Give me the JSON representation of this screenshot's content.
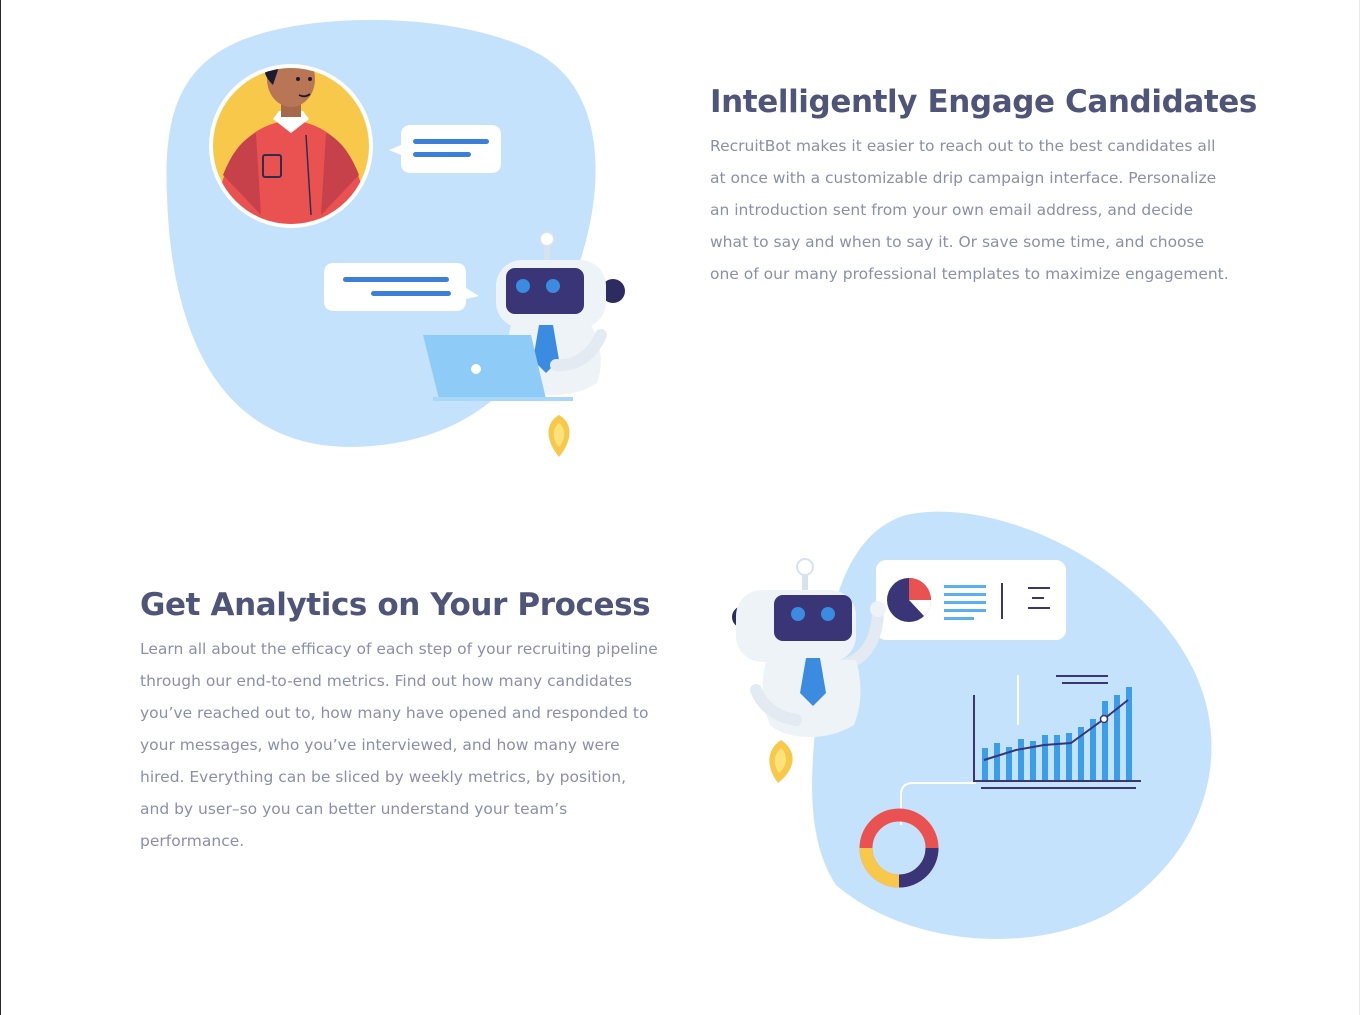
{
  "colors": {
    "heading": "#4f5479",
    "body_text": "#8a8fab",
    "blob": "#c5e2fd",
    "bot_visor": "#3a3576",
    "accent_blue": "#3b8be0",
    "accent_red": "#ea5252",
    "accent_yellow": "#f8c84a"
  },
  "sections": [
    {
      "title": "Intelligently Engage Candidates",
      "body": "RecruitBot makes it easier to reach out to the best candidates all at once with a customizable drip campaign interface. Personalize an introduction sent from your own email address, and decide what to say and when to say it. Or save some time, and choose one of our many professional templates to maximize engagement.",
      "illustration": "candidate-chat-illustration"
    },
    {
      "title": "Get Analytics on Your Process",
      "body": "Learn all about the efficacy of each step of your recruiting pipeline through our end-to-end metrics. Find out how many candidates you’ve reached out to, how many have opened and responded to your messages, who you’ve interviewed, and how many were hired. Everything can be sliced by weekly metrics, by position, and by user–so you can better understand your team’s performance.",
      "illustration": "analytics-dashboard-illustration"
    }
  ]
}
